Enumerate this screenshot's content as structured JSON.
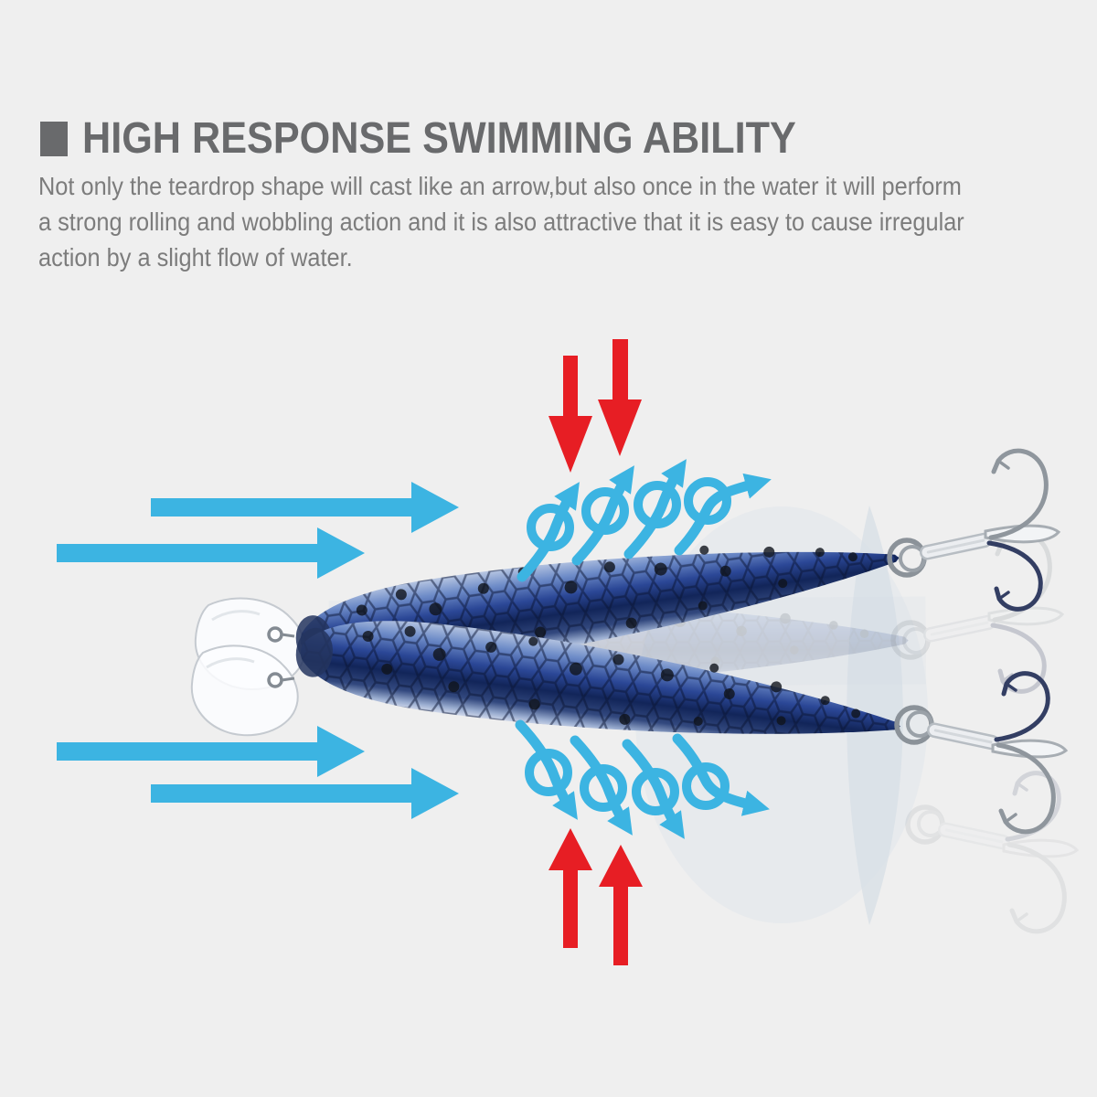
{
  "page": {
    "background_color": "#efefef",
    "kind": "product infographic"
  },
  "header": {
    "bullet_icon": "square-bullet",
    "title": "HIGH RESPONSE SWIMMING ABILITY",
    "title_color": "#696a6c"
  },
  "description": {
    "color": "#7c7c7c",
    "lines": [
      "Not only the teardrop shape will cast like an arrow,but also once in the water it will perform",
      "a strong rolling and wobbling action and it is also attractive that it is easy to cause irregular",
      "action by a slight flow of water."
    ]
  },
  "figure": {
    "subject": "blue honeycomb-scale pencil fishing lure with clear diving lip and two treble hooks, shown in upper, middle (ghost) and lower swing positions",
    "colors": {
      "flow_cyan": "#3cb4e2",
      "force_red": "#e71e24",
      "lure_blue_dark": "#122559",
      "lure_blue_mid": "#2b4796",
      "lure_belly_light": "#cdd6ea",
      "hook_silver": "#8f969d",
      "hook_navy": "#333e63",
      "motion_blur_gray": "#d5dee5"
    },
    "annotations": {
      "top_pressure_arrows": {
        "icon": "down-arrow-icon",
        "count": 2,
        "color": "#e71e24"
      },
      "bottom_pressure_arrows": {
        "icon": "up-arrow-icon",
        "count": 2,
        "color": "#e71e24"
      },
      "upper_flow_arrows": {
        "icon": "right-arrow-icon",
        "count": 2,
        "color": "#3cb4e2"
      },
      "lower_flow_arrows": {
        "icon": "right-arrow-icon",
        "count": 2,
        "color": "#3cb4e2"
      },
      "upper_turbulence_swirls": {
        "icon": "loop-arrow-icon",
        "count": 4,
        "direction": "up-right",
        "color": "#3cb4e2"
      },
      "lower_turbulence_swirls": {
        "icon": "loop-arrow-icon",
        "count": 4,
        "direction": "down-right",
        "color": "#3cb4e2"
      }
    }
  }
}
